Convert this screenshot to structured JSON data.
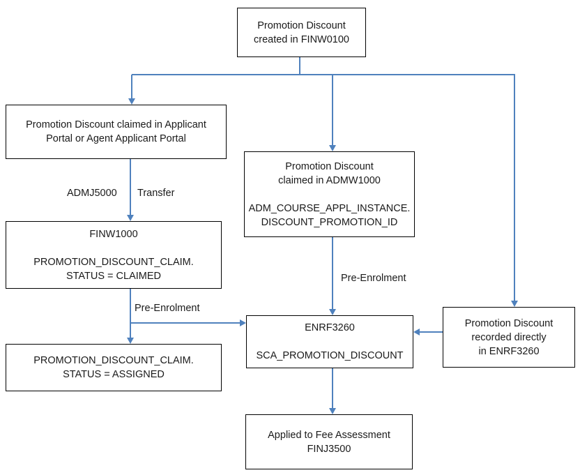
{
  "diagram": {
    "nodes": {
      "created": {
        "text": "Promotion Discount\ncreated in FINW0100"
      },
      "claimed_portal": {
        "text": "Promotion Discount claimed in Applicant\nPortal or Agent Applicant Portal"
      },
      "finw1000": {
        "text": "FINW1000\n\nPROMOTION_DISCOUNT_CLAIM.\nSTATUS = CLAIMED"
      },
      "assigned": {
        "text": "PROMOTION_DISCOUNT_CLAIM.\nSTATUS = ASSIGNED"
      },
      "admw1000": {
        "text": "Promotion Discount\nclaimed in ADMW1000\n\nADM_COURSE_APPL_INSTANCE.\nDISCOUNT_PROMOTION_ID"
      },
      "enrf3260": {
        "text": "ENRF3260\n\nSCA_PROMOTION_DISCOUNT"
      },
      "recorded_direct": {
        "text": "Promotion Discount\nrecorded directly\nin ENRF3260"
      },
      "fee_assessment": {
        "text": "Applied to Fee Assessment\nFINJ3500"
      }
    },
    "edge_labels": {
      "admj5000": "ADMJ5000",
      "transfer": "Transfer",
      "pre_enrolment_left": "Pre-Enrolment",
      "pre_enrolment_mid": "Pre-Enrolment"
    },
    "colors": {
      "connector": "#4f81bd",
      "node_border": "#000000",
      "node_fill": "#ffffff",
      "text": "#1a1a1a",
      "background": "#ffffff"
    }
  }
}
